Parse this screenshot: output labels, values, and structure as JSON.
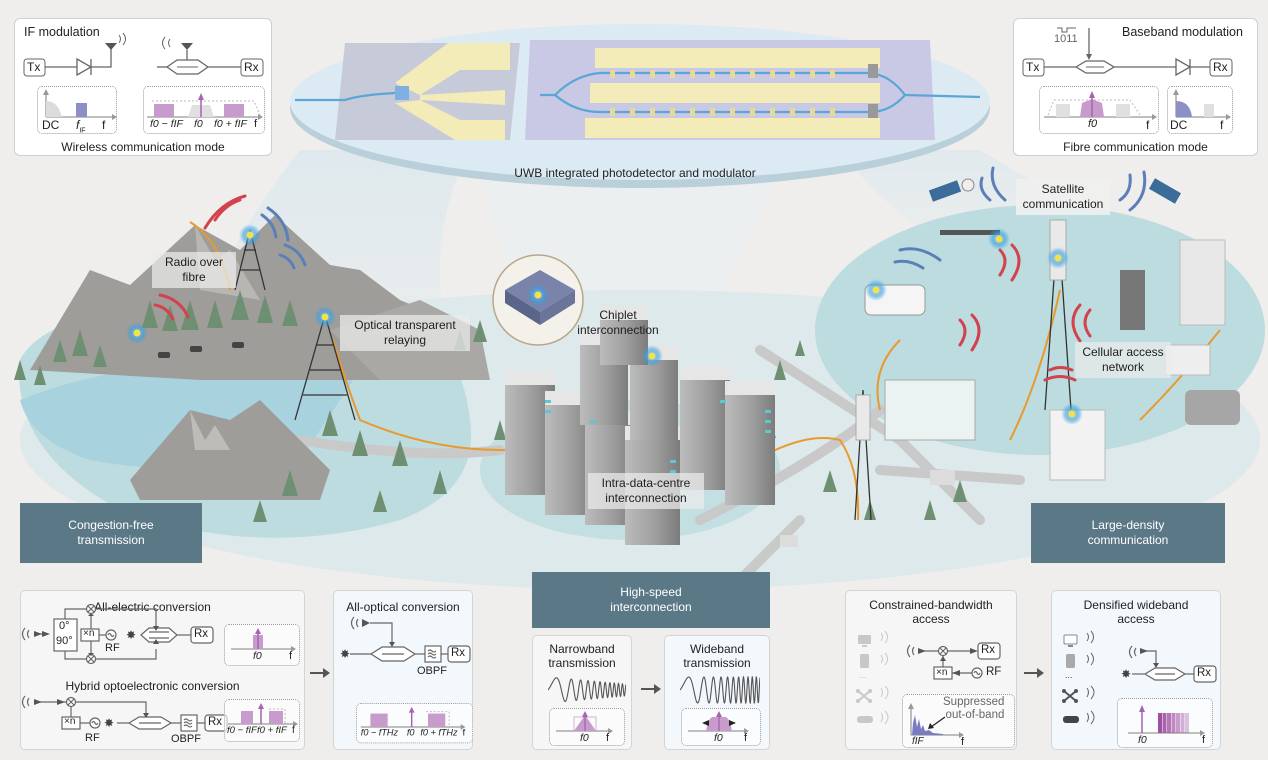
{
  "colors": {
    "background": "#efeeec",
    "banner": "#5b7886",
    "ground_teal": "#bcdcdf",
    "mountain": "#9b9a97",
    "tree": "#6e8f72",
    "fibre": "#e89a2e",
    "wave_red": "#d2434e",
    "wave_blue": "#5b7fb8",
    "spectrum_purple": "#c79bcc",
    "spectrum_violet": "#8f8fc8",
    "chip_gold": "#f4e8b0",
    "chip_substrate": "#c9cde6",
    "waveguide": "#5aa7d6"
  },
  "top_left_card": {
    "title": "IF modulation",
    "tx": "Tx",
    "rx": "Rx",
    "spec_left": {
      "dc": "DC",
      "fif": "f_IF",
      "f": "f",
      "fif_main": "f",
      "fif_sub": "IF"
    },
    "spec_right": {
      "lower": "f0 − fIF",
      "center": "f0",
      "upper": "f0 + fIF",
      "f": "f"
    },
    "caption": "Wireless communication mode"
  },
  "top_right_card": {
    "title": "Baseband modulation",
    "bits": "1011",
    "tx": "Tx",
    "rx": "Rx",
    "spec_left": {
      "center": "f0",
      "f": "f"
    },
    "spec_right": {
      "dc": "DC",
      "f": "f"
    },
    "caption": "Fibre communication mode"
  },
  "chip": {
    "caption": "UWB integrated photodetector and modulator"
  },
  "scene_labels": {
    "radio_over_fibre": [
      "Radio over",
      "fibre"
    ],
    "optical_relaying": [
      "Optical transparent",
      "relaying"
    ],
    "chiplet": [
      "Chiplet",
      "interconnection"
    ],
    "intra_dc": [
      "Intra-data-centre",
      "interconnection"
    ],
    "satellite": [
      "Satellite",
      "communication"
    ],
    "cellular": [
      "Cellular access",
      "network"
    ]
  },
  "banners": {
    "congestion": [
      "Congestion-free",
      "transmission"
    ],
    "high_speed": [
      "High-speed",
      "interconnection"
    ],
    "large_density": [
      "Large-density",
      "communication"
    ]
  },
  "bottom_panels": {
    "all_electric": {
      "title": "All-electric conversion",
      "phase_top": "0°",
      "phase_bottom": "90°",
      "mult": "×n",
      "rf": "RF",
      "rx": "Rx",
      "spec": {
        "center": "f0",
        "f": "f"
      }
    },
    "hybrid": {
      "title": "Hybrid optoelectronic conversion",
      "mult": "×n",
      "rf": "RF",
      "obpf": "OBPF",
      "rx": "Rx",
      "spec": {
        "lower": "f0 − fIF",
        "upper": "f0 + fIF",
        "f": "f"
      }
    },
    "all_optical": {
      "title": "All-optical conversion",
      "obpf": "OBPF",
      "rx": "Rx",
      "spec": {
        "lower": "f0 − fTHz",
        "center": "f0",
        "upper": "f0 + fTHz",
        "f": "f"
      }
    },
    "narrowband": {
      "title": [
        "Narrowband",
        "transmission"
      ],
      "spec": {
        "center": "f0",
        "f": "f"
      }
    },
    "wideband": {
      "title": [
        "Wideband",
        "transmission"
      ],
      "spec": {
        "center": "f0",
        "f": "f"
      }
    },
    "constrained": {
      "title": [
        "Constrained-bandwidth",
        "access"
      ],
      "mult": "×n",
      "rf": "RF",
      "rx": "Rx",
      "ellipsis": "...",
      "annotation": [
        "Suppressed",
        "out-of-band"
      ],
      "spec": {
        "fif": "fIF",
        "f": "f"
      }
    },
    "densified": {
      "title": [
        "Densified wideband",
        "access"
      ],
      "rx": "Rx",
      "ellipsis": "...",
      "spec": {
        "center": "f0",
        "f": "f"
      }
    }
  }
}
